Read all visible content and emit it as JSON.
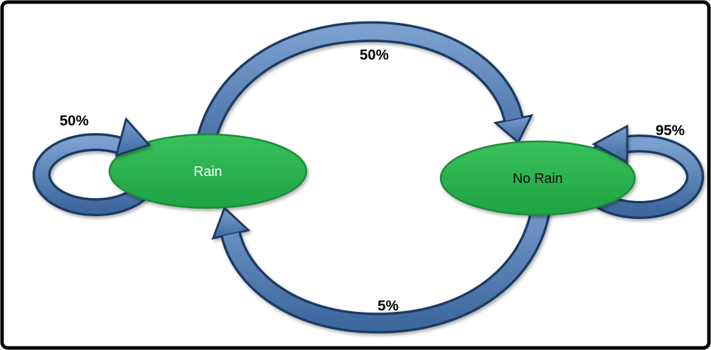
{
  "diagram": {
    "kind": "markov-chain-state-diagram",
    "background": "#ffffff",
    "frame_color": "#000000",
    "states": [
      {
        "id": "rain",
        "label": "Rain",
        "shape": "ellipse",
        "fill": "#2eb14c",
        "border": "#1d8a3a",
        "label_color": "#ffffff"
      },
      {
        "id": "no_rain",
        "label": "No Rain",
        "shape": "ellipse",
        "fill": "#2eb14c",
        "border": "#1d8a3a",
        "label_color": "#000000"
      }
    ],
    "transitions": [
      {
        "from": "rain",
        "to": "no_rain",
        "label": "50%",
        "path": "top-arc"
      },
      {
        "from": "no_rain",
        "to": "rain",
        "label": "5%",
        "path": "bottom-arc"
      },
      {
        "from": "rain",
        "to": "rain",
        "label": "50%",
        "path": "left-self-loop"
      },
      {
        "from": "no_rain",
        "to": "no_rain",
        "label": "95%",
        "path": "right-self-loop"
      }
    ],
    "arrow_style": {
      "fill": "#4f81bd",
      "outline": "#1b3a63"
    }
  }
}
